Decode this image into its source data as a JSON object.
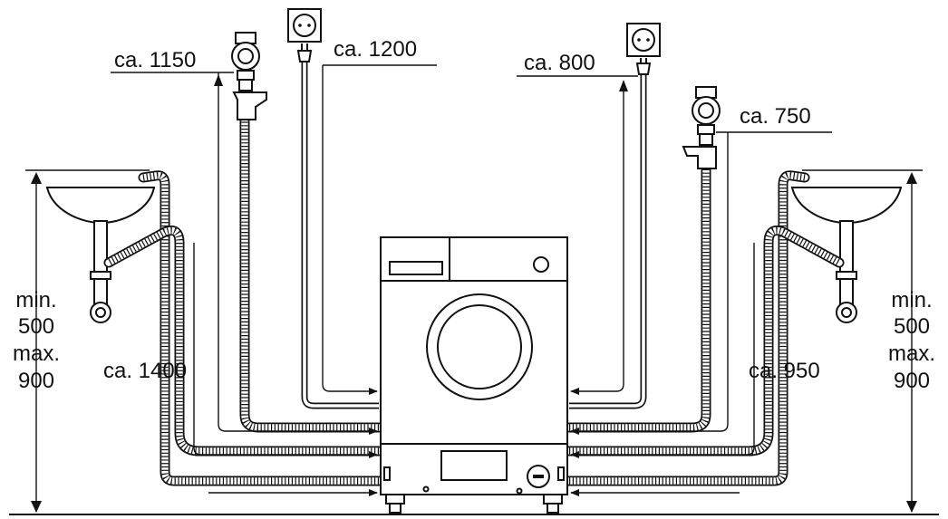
{
  "labels": {
    "drain_left_len": "ca. 1400",
    "tap_left_len": "ca. 1150",
    "power_left_len": "ca. 1200",
    "power_right_len": "ca. 800",
    "tap_right_len": "ca. 750",
    "drain_right_len": "ca. 950",
    "height_left": [
      "min.",
      "500",
      "max.",
      "900"
    ],
    "height_right": [
      "min.",
      "500",
      "max.",
      "900"
    ]
  }
}
